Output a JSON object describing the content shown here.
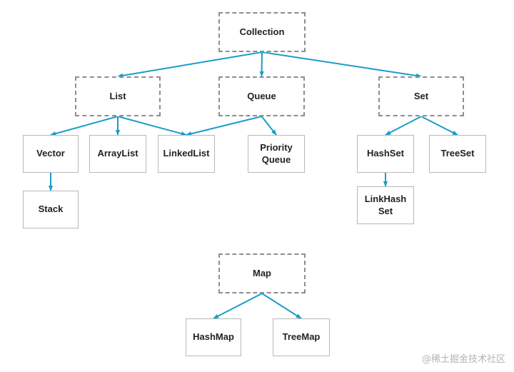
{
  "diagram": {
    "edge_color": "#1a9dc9",
    "nodes": {
      "collection": "Collection",
      "list": "List",
      "queue": "Queue",
      "set": "Set",
      "vector": "Vector",
      "arraylist": "ArrayList",
      "linkedlist": "LinkedList",
      "priorityqueue": "Priority\nQueue",
      "hashset": "HashSet",
      "treeset": "TreeSet",
      "stack": "Stack",
      "linkhashset": "LinkHash\nSet",
      "map": "Map",
      "hashmap": "HashMap",
      "treemap": "TreeMap"
    },
    "edges": [
      [
        "collection",
        "list"
      ],
      [
        "collection",
        "queue"
      ],
      [
        "collection",
        "set"
      ],
      [
        "list",
        "vector"
      ],
      [
        "list",
        "arraylist"
      ],
      [
        "list",
        "linkedlist"
      ],
      [
        "queue",
        "linkedlist"
      ],
      [
        "queue",
        "priorityqueue"
      ],
      [
        "vector",
        "stack"
      ],
      [
        "set",
        "hashset"
      ],
      [
        "set",
        "treeset"
      ],
      [
        "hashset",
        "linkhashset"
      ],
      [
        "map",
        "hashmap"
      ],
      [
        "map",
        "treemap"
      ]
    ]
  },
  "watermark": "@稀土掘金技术社区"
}
